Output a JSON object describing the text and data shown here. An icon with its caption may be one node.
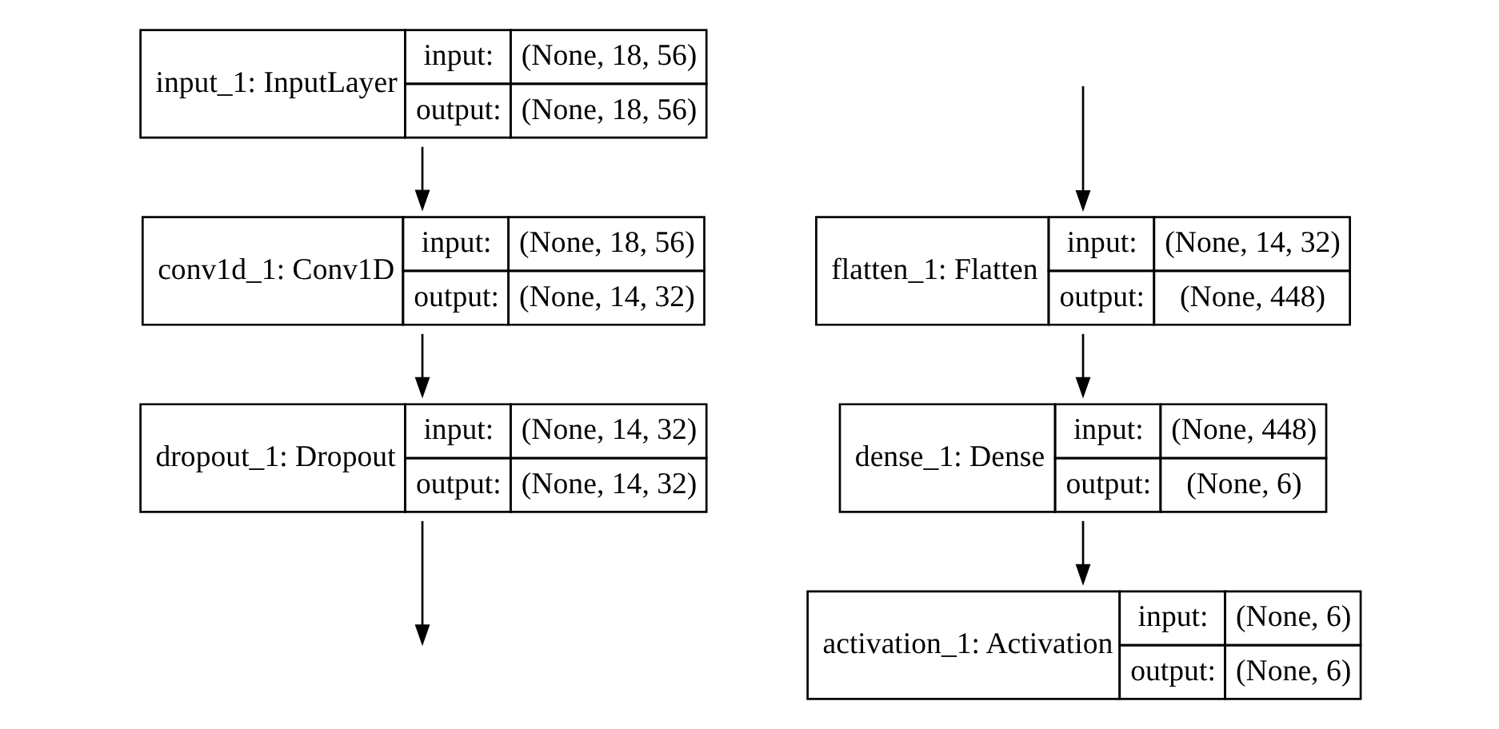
{
  "diagram": {
    "nodes": [
      {
        "text": [
          "input_1: InputLayer",
          "input:",
          "(None, 18, 56)",
          "output:",
          "(None, 18, 56)"
        ]
      },
      {
        "text": [
          "conv1d_1: Conv1D",
          "input:",
          "(None, 18, 56)",
          "output:",
          "(None, 14, 32)"
        ]
      },
      {
        "text": [
          "dropout_1: Dropout",
          "input:",
          "(None, 14, 32)",
          "output:",
          "(None, 14, 32)"
        ]
      },
      {
        "text": [
          "flatten_1: Flatten",
          "input:",
          "(None, 14, 32)",
          "output:",
          "(None, 448)"
        ]
      },
      {
        "text": [
          "dense_1: Dense",
          "input:",
          "(None, 448)",
          "output:",
          "(None, 6)"
        ]
      },
      {
        "text": [
          "activation_1: Activation",
          "input:",
          "(None, 6)",
          "output:",
          "(None, 6)"
        ]
      }
    ],
    "edges": [
      {
        "from": 0,
        "to": 1,
        "arrow": "to"
      },
      {
        "from": 1,
        "to": 2,
        "arrow": "to"
      },
      {
        "from": 2,
        "to": null,
        "arrow": "to"
      },
      {
        "from": null,
        "to": 3,
        "arrow": "to"
      },
      {
        "from": 3,
        "to": 4,
        "arrow": "to"
      },
      {
        "from": 4,
        "to": 5,
        "arrow": "to"
      }
    ]
  }
}
